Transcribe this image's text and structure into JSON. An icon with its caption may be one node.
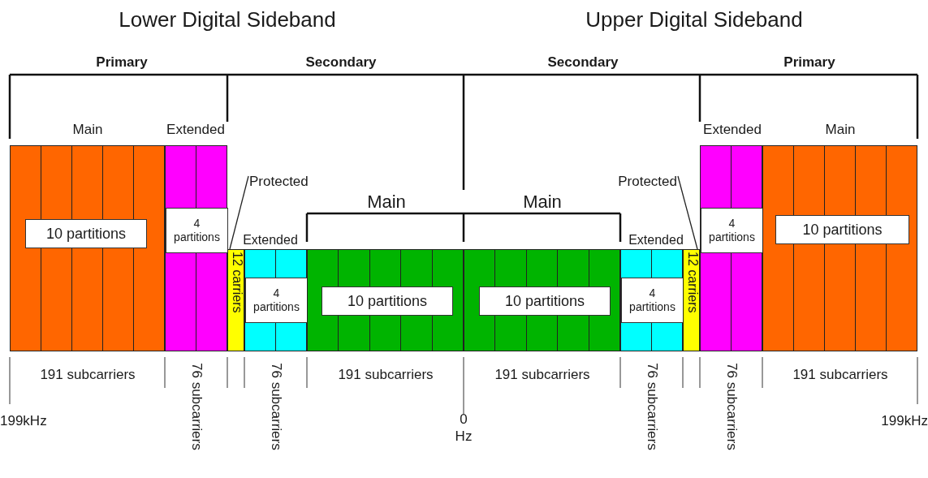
{
  "diagram": {
    "nodes": [
      {
        "text": [
          "10 partitions"
        ]
      },
      {
        "text": [
          "4 partitions"
        ]
      },
      {
        "text": [
          "12 carriers"
        ]
      },
      {
        "text": [
          "4 partitions"
        ]
      },
      {
        "text": [
          "10 partitions"
        ]
      },
      {
        "text": [
          "10 partitions"
        ]
      },
      {
        "text": [
          "4 partitions"
        ]
      },
      {
        "text": [
          "12 carriers"
        ]
      },
      {
        "text": [
          "4 partitions"
        ]
      },
      {
        "text": [
          "10 partitions"
        ]
      },
      {
        "text": [
          "Protected"
        ]
      },
      {
        "text": [
          "Protected"
        ]
      }
    ],
    "edges": [
      {
        "from": 10,
        "to": 2,
        "arrow": "none"
      },
      {
        "from": 11,
        "to": 7,
        "arrow": "none"
      }
    ],
    "labels": [
      "Lower Digital Sideband",
      "Upper Digital Sideband",
      "Primary",
      "Secondary",
      "Secondary",
      "Primary",
      "Main",
      "Extended",
      "Extended",
      "Main",
      "Main",
      "Main",
      "Extended",
      "Extended",
      "191 subcarriers",
      "76 subcarriers",
      "76 subcarriers",
      "191 subcarriers",
      "191 subcarriers",
      "76 subcarriers",
      "76 subcarriers",
      "191 subcarriers",
      "199kHz",
      "0 Hz",
      "199kHz"
    ]
  }
}
